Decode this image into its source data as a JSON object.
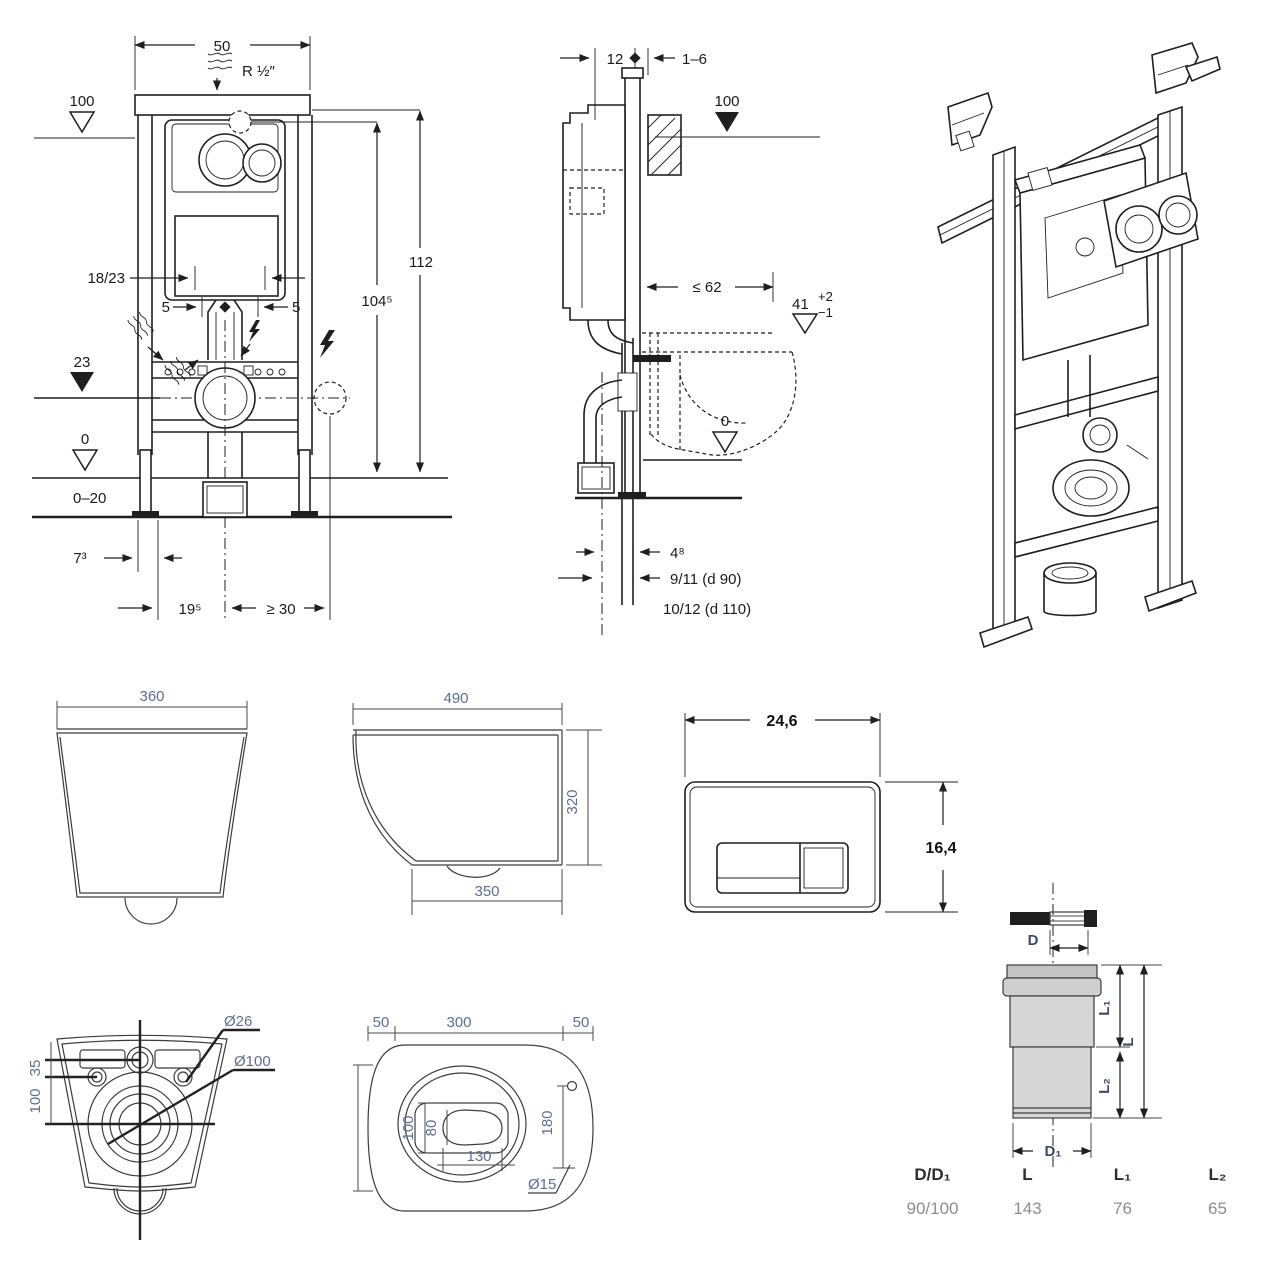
{
  "front_view": {
    "w50": "50",
    "supply": "R ½″",
    "lvl100": "100",
    "h112": "112",
    "h104": "104⁵",
    "off1823": "18/23",
    "five_l": "5",
    "five_r": "5",
    "lvl23": "23",
    "lvl0": "0",
    "r020": "0–20",
    "off7": "7³",
    "off19": "19⁵",
    "min30": "≥ 30"
  },
  "side_view": {
    "d12": "12",
    "r16": "1–6",
    "lvl100": "100",
    "max62": "≤ 62",
    "v41": "41",
    "tp": "+2",
    "tm": "−1",
    "lvl0": "0",
    "off4": "4⁸",
    "d90": "9/11 (d 90)",
    "d110": "10/12 (d 110)"
  },
  "bowl_front": {
    "w": "360"
  },
  "bowl_side": {
    "d": "490",
    "h": "320",
    "b": "350"
  },
  "flush_plate": {
    "w": "24,6",
    "h": "16,4"
  },
  "bowl_back": {
    "d26": "Ø26",
    "d100": "Ø100",
    "v35": "35",
    "v100": "100"
  },
  "bowl_top": {
    "l50": "50",
    "c300": "300",
    "r50": "50",
    "v100": "100",
    "v80": "80",
    "b130": "130",
    "r180": "180",
    "d15": "Ø15"
  },
  "pipe": {
    "d": "D",
    "l1": "L₁",
    "l": "L",
    "l2": "L₂",
    "d1": "D₁"
  },
  "pipe_table": {
    "headers": [
      "D/D₁",
      "L",
      "L₁",
      "L₂"
    ],
    "values": [
      "90/100",
      "143",
      "76",
      "65"
    ]
  },
  "colors": {
    "line": "#1f1f1f",
    "cad_dim_text": "#5d6f91",
    "pipe_fill": "#d6d6d6"
  }
}
